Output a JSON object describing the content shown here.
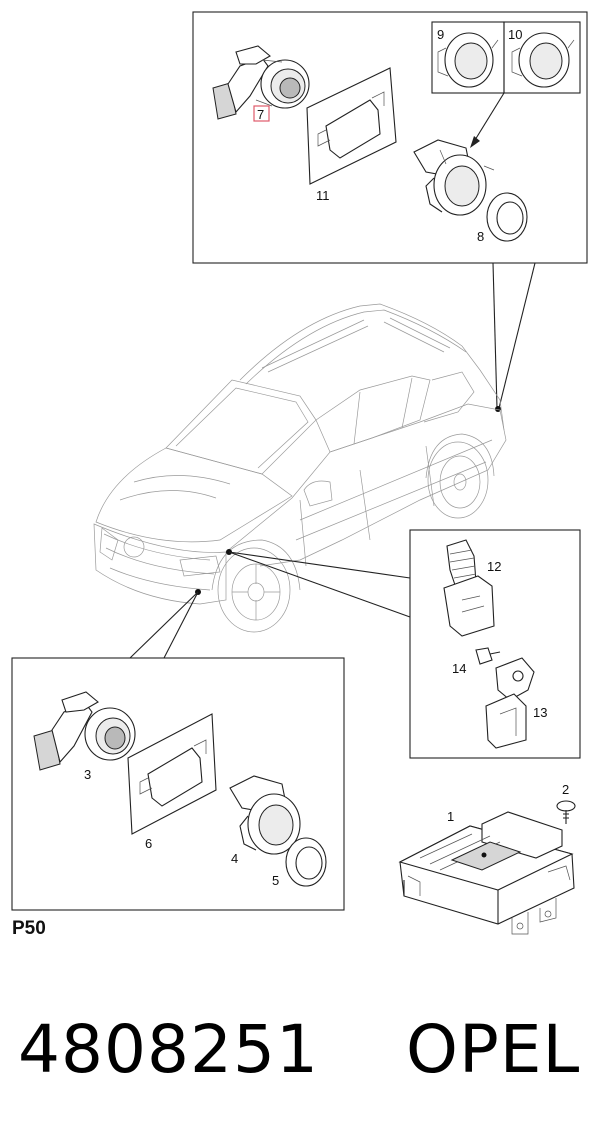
{
  "callouts": {
    "c1": "1",
    "c2": "2",
    "c3": "3",
    "c4": "4",
    "c5": "5",
    "c6": "6",
    "c7": "7",
    "c8": "8",
    "c9": "9",
    "c10": "10",
    "c11": "11",
    "c12": "12",
    "c13": "13",
    "c14": "14"
  },
  "highlight_color": "#e05a6a",
  "section_code": "P50",
  "part_number": "4808251",
  "brand": "OPEL"
}
